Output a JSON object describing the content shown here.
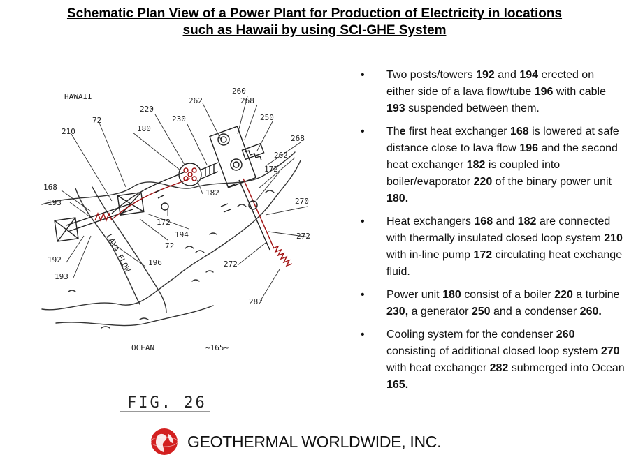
{
  "title": {
    "line1": "Schematic Plan View of a Power Plant for Production of Electricity in locations",
    "line2": "such as Hawaii by using SCI-GHE System"
  },
  "diagram": {
    "labels": {
      "hawaii": "HAWAII",
      "n72a": "72",
      "n210": "210",
      "n220": "220",
      "n180": "180",
      "n230": "230",
      "n262a": "262",
      "n260": "260",
      "n268a": "268",
      "n250": "250",
      "n268b": "268",
      "n262b": "262",
      "n172a": "172",
      "n168": "168",
      "n193a": "193",
      "n182": "182",
      "n270": "270",
      "n172b": "172",
      "n194": "194",
      "n72b": "72",
      "n272a": "272",
      "n192": "192",
      "n193b": "193",
      "n196": "196",
      "lava_flow": "LAVA FLOW",
      "n272b": "272",
      "n282": "282",
      "ocean": "OCEAN",
      "n165": "~165~"
    },
    "fig": "FIG. 26"
  },
  "bullets": [
    [
      {
        "t": "Two posts/towers ",
        "b": false
      },
      {
        "t": "192",
        "b": true
      },
      {
        "t": " and ",
        "b": false
      },
      {
        "t": "194",
        "b": true
      },
      {
        "t": " erected on either side of a lava flow/tube ",
        "b": false
      },
      {
        "t": "196",
        "b": true
      },
      {
        "t": " with cable ",
        "b": false
      },
      {
        "t": "193",
        "b": true
      },
      {
        "t": " suspended between them.",
        "b": false
      }
    ],
    [
      {
        "t": "Th",
        "b": false
      },
      {
        "t": "e",
        "b": true
      },
      {
        "t": " first heat exchanger ",
        "b": false
      },
      {
        "t": "168",
        "b": true
      },
      {
        "t": " is lowered at safe distance close to lava flow ",
        "b": false
      },
      {
        "t": "196",
        "b": true
      },
      {
        "t": " and the second heat exchanger ",
        "b": false
      },
      {
        "t": "182",
        "b": true
      },
      {
        "t": " is coupled into boiler/evaporator ",
        "b": false
      },
      {
        "t": "220",
        "b": true
      },
      {
        "t": " of the binary power unit ",
        "b": false
      },
      {
        "t": "180.",
        "b": true
      }
    ],
    [
      {
        "t": "Heat exchangers ",
        "b": false
      },
      {
        "t": "168",
        "b": true
      },
      {
        "t": " and ",
        "b": false
      },
      {
        "t": "182",
        "b": true
      },
      {
        "t": " are connected with thermally insulated closed loop system ",
        "b": false
      },
      {
        "t": "210",
        "b": true
      },
      {
        "t": " with in-line pump ",
        "b": false
      },
      {
        "t": "172",
        "b": true
      },
      {
        "t": " circulating heat exchange fluid.",
        "b": false
      }
    ],
    [
      {
        "t": "Power unit ",
        "b": false
      },
      {
        "t": "180",
        "b": true
      },
      {
        "t": " consist of a boiler ",
        "b": false
      },
      {
        "t": "220",
        "b": true
      },
      {
        "t": " a turbine ",
        "b": false
      },
      {
        "t": "230,",
        "b": true
      },
      {
        "t": " a generator ",
        "b": false
      },
      {
        "t": "250",
        "b": true
      },
      {
        "t": " and a condenser ",
        "b": false
      },
      {
        "t": "260.",
        "b": true
      }
    ],
    [
      {
        "t": "Cooling system for the condenser ",
        "b": false
      },
      {
        "t": "260",
        "b": true
      },
      {
        "t": " consisting of additional closed loop system ",
        "b": false
      },
      {
        "t": "270",
        "b": true
      },
      {
        "t": " with heat exchanger ",
        "b": false
      },
      {
        "t": "282",
        "b": true
      },
      {
        "t": " submerged into Ocean ",
        "b": false
      },
      {
        "t": "165.",
        "b": true
      }
    ]
  ],
  "footer": {
    "company": "GEOTHERMAL WORLDWIDE, INC.",
    "logo_icon": "globe-logo-icon",
    "logo_color": "#d32020"
  }
}
